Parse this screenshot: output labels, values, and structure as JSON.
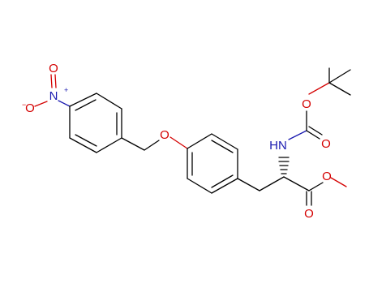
{
  "colors": {
    "bond": "#000000",
    "oxygen": "#d40000",
    "nitrogen": "#1a1ab0",
    "background": "#ffffff"
  },
  "atoms": {
    "nitro_o_top": "O",
    "nitro_o_left": "O",
    "nitro_n": "N",
    "ether_o": "O",
    "amide_nh": "HN",
    "carbamate_o_ester": "O",
    "carbamate_o_carbonyl": "O",
    "ester_o_single": "O",
    "ester_o_carbonyl": "O"
  }
}
